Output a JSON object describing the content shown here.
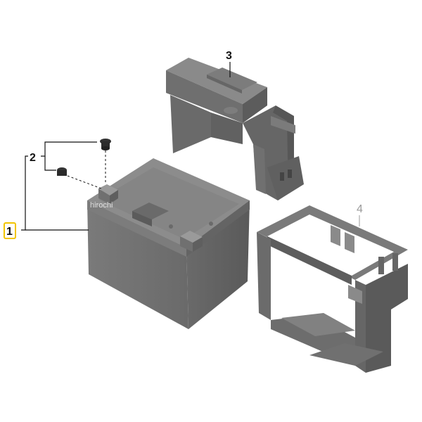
{
  "callouts": {
    "part_1": "1",
    "part_2": "2",
    "part_3": "3",
    "part_4": "4"
  },
  "watermark": "hirochi",
  "colors": {
    "part_body": "#6e6e6e",
    "part_top": "#8a8a8a",
    "part_dark": "#555555",
    "highlight_box": "#f2c400"
  },
  "icons": {
    "battery": "battery-illustration",
    "cover": "battery-cover-illustration",
    "holder": "battery-holder-illustration",
    "screw": "screw-illustration",
    "nut": "nut-illustration"
  }
}
